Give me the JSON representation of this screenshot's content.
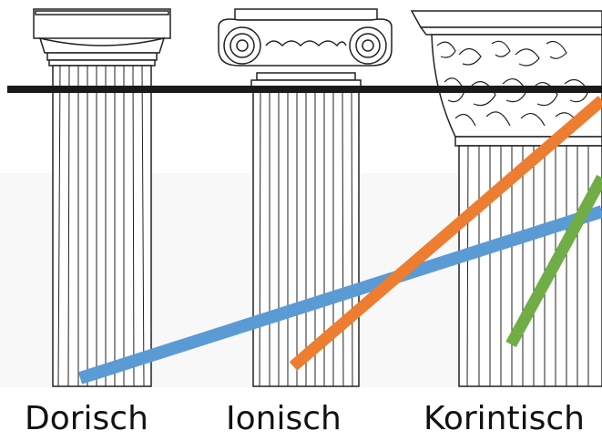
{
  "captions": {
    "dorisch": "Dorisch",
    "ionisch": "Ionisch",
    "korintisch": "Korintisch"
  },
  "colors": {
    "line_blue": "#5b9bd5",
    "line_orange": "#ed7d31",
    "line_green": "#70ad47",
    "ink": "#222222"
  },
  "icons": [
    "doric-column-drawing",
    "ionic-column-drawing",
    "corinthian-column-drawing"
  ]
}
